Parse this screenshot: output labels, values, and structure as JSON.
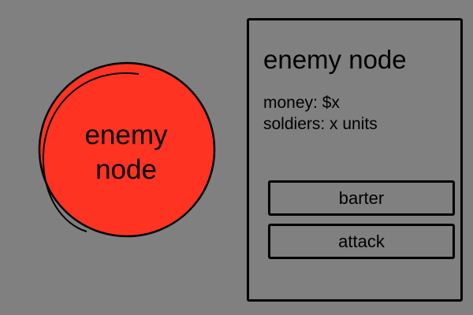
{
  "node": {
    "label_line1": "enemy",
    "label_line2": "node",
    "fill_color": "#ff3322"
  },
  "panel": {
    "title": "enemy node",
    "money": "money: $x",
    "soldiers": "soldiers: x units",
    "buttons": {
      "barter": "barter",
      "attack": "attack"
    }
  }
}
